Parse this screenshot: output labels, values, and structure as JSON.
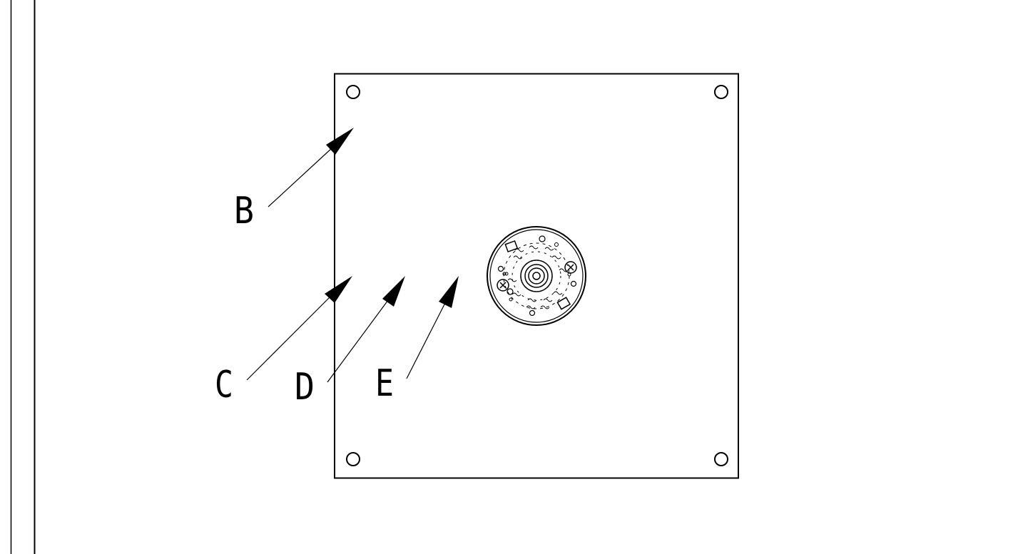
{
  "callouts": {
    "b": "B",
    "c": "C",
    "d": "D",
    "e": "E"
  },
  "colors": {
    "line": "#000000",
    "background": "#ffffff"
  }
}
